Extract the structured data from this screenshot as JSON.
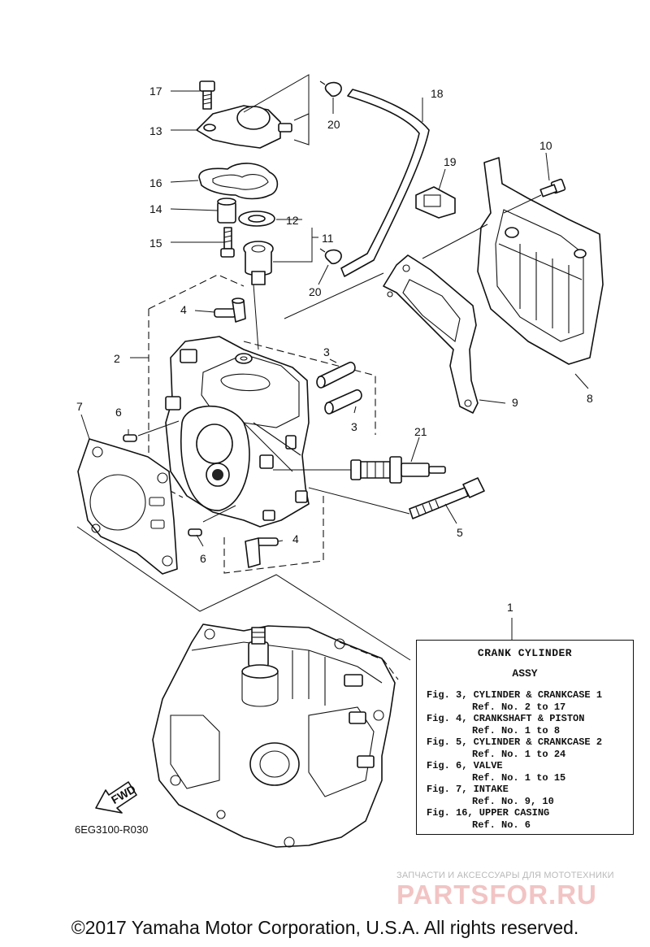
{
  "callouts": {
    "c1": "1",
    "c2": "2",
    "c3a": "3",
    "c3b": "3",
    "c4a": "4",
    "c4b": "4",
    "c5": "5",
    "c6a": "6",
    "c6b": "6",
    "c7": "7",
    "c8": "8",
    "c9": "9",
    "c10": "10",
    "c11": "11",
    "c12": "12",
    "c13": "13",
    "c14": "14",
    "c15": "15",
    "c16": "16",
    "c17": "17",
    "c18": "18",
    "c19": "19",
    "c20a": "20",
    "c20b": "20",
    "c21": "21"
  },
  "fwd_label": "FWD",
  "legend": {
    "title": "CRANK CYLINDER",
    "assy": "ASSY",
    "refs": [
      {
        "fig": "Fig. 3, CYLINDER & CRANKCASE 1",
        "ref": "Ref. No. 2 to 17"
      },
      {
        "fig": "Fig. 4, CRANKSHAFT & PISTON",
        "ref": "Ref. No. 1 to 8"
      },
      {
        "fig": "Fig. 5, CYLINDER & CRANKCASE 2",
        "ref": "Ref. No. 1 to 24"
      },
      {
        "fig": "Fig. 6, VALVE",
        "ref": "Ref. No. 1 to 15"
      },
      {
        "fig": "Fig. 7, INTAKE",
        "ref": "Ref. No. 9, 10"
      },
      {
        "fig": "Fig. 16, UPPER CASING",
        "ref": "Ref. No. 6"
      }
    ]
  },
  "diagram_code": "6EG3100-R030",
  "watermark": {
    "subtitle": "ЗАПЧАСТИ И АКСЕССУАРЫ ДЛЯ МОТОТЕХНИКИ",
    "logo": "PARTSFOR.RU"
  },
  "copyright": "©2017 Yamaha Motor Corporation, U.S.A. All rights reserved."
}
